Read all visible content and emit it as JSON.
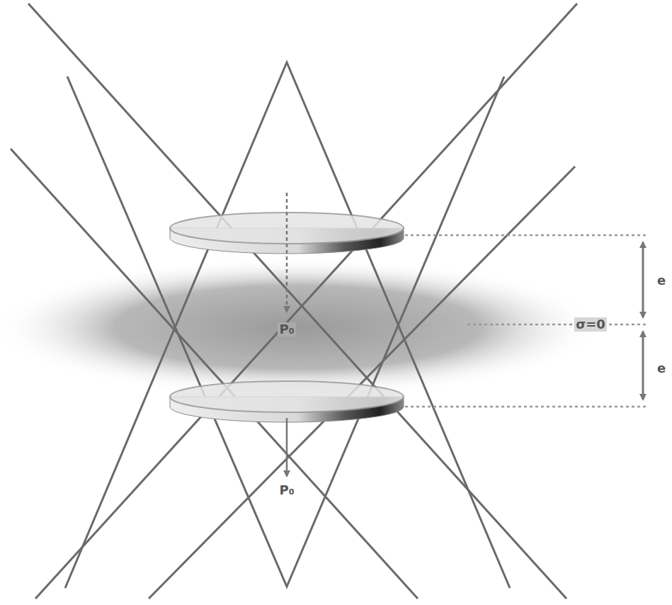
{
  "diagram": {
    "labels": [
      "P₀",
      "P₀",
      "e",
      "σ=0",
      "e"
    ]
  }
}
